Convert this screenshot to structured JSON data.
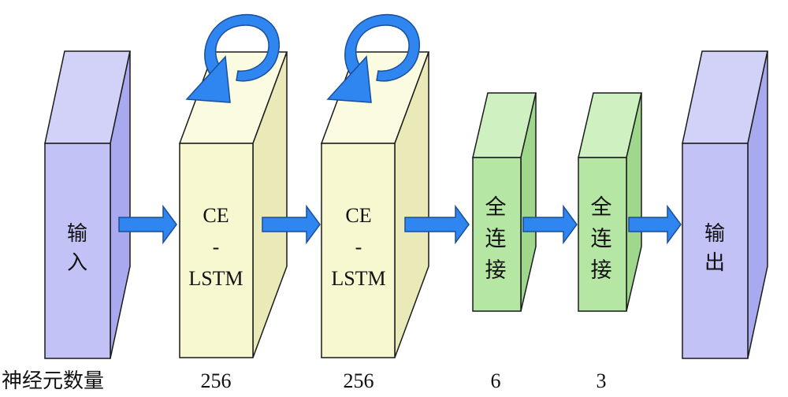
{
  "colors": {
    "io_front": "#c2c2f7",
    "io_top": "#d2d2f8",
    "io_side": "#a9a9ef",
    "lstm_front": "#f7f7d0",
    "lstm_top": "#fbfbe2",
    "lstm_side": "#eaeab9",
    "fc_front": "#b6e6a4",
    "fc_top": "#cff1c1",
    "fc_side": "#9fd78c",
    "arrow": "#2f86f0",
    "arrow_stroke": "#1a4f9a",
    "edge": "#1a1a1a",
    "text": "#111111"
  },
  "layers": [
    {
      "id": "input",
      "lines": [
        "输",
        "入"
      ]
    },
    {
      "id": "lstm1",
      "lines": [
        "CE",
        "-",
        "LSTM"
      ]
    },
    {
      "id": "lstm2",
      "lines": [
        "CE",
        "-",
        "LSTM"
      ]
    },
    {
      "id": "fc1",
      "lines": [
        "全",
        "连",
        "接"
      ]
    },
    {
      "id": "fc2",
      "lines": [
        "全",
        "连",
        "接"
      ]
    },
    {
      "id": "output",
      "lines": [
        "输",
        "出"
      ]
    }
  ],
  "neurons": {
    "label": "神经元数量",
    "values": [
      "256",
      "256",
      "6",
      "3"
    ]
  },
  "icons": {
    "recurrence": "circular-arrow-icon",
    "flow": "right-arrow-icon"
  }
}
